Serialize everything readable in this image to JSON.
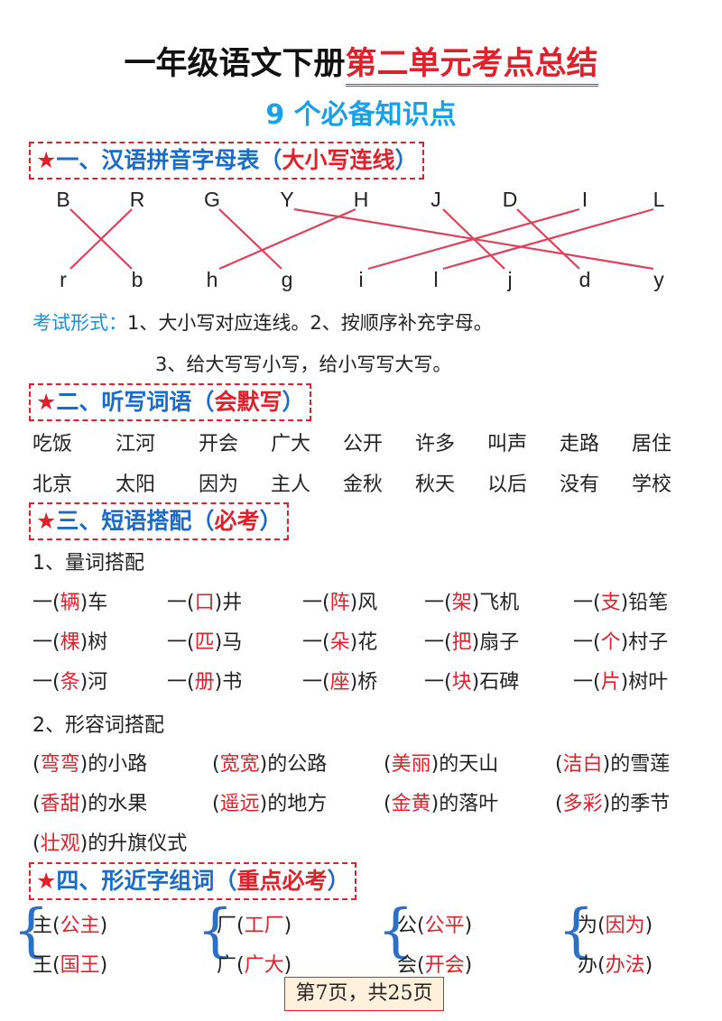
{
  "title": {
    "part1": "一年级语文下册",
    "part2": "第二单元考点总结"
  },
  "subtitle": "9 个必备知识点",
  "sections": {
    "s1": {
      "star": "★",
      "text": "一、汉语拼音字母表（",
      "highlight": "大小写连线",
      "close": "）"
    },
    "s2": {
      "star": "★",
      "text": "二、听写词语（",
      "highlight": "会默写",
      "close": "）"
    },
    "s3": {
      "star": "★",
      "text": "三、短语搭配（",
      "highlight": "必考",
      "close": "）"
    },
    "s4": {
      "star": "★",
      "text": "四、形近字组词（",
      "highlight": "重点必考",
      "close": "）"
    }
  },
  "letters": {
    "upper": [
      "B",
      "R",
      "G",
      "Y",
      "H",
      "J",
      "D",
      "I",
      "L"
    ],
    "lower": [
      "r",
      "b",
      "h",
      "g",
      "i",
      "l",
      "j",
      "d",
      "y"
    ]
  },
  "line_color": "#e0405a",
  "exam": {
    "label": "考试形式：",
    "line1": "1、大小写对应连线。2、按顺序补充字母。",
    "line2": "3、给大写写小写，给小写写大写。"
  },
  "words": {
    "row1": [
      "吃饭",
      "江河",
      "开会",
      "广大",
      "公开",
      "许多",
      "叫声",
      "走路",
      "居住"
    ],
    "row2": [
      "北京",
      "太阳",
      "因为",
      "主人",
      "金秋",
      "秋天",
      "以后",
      "没有",
      "学校"
    ]
  },
  "measure": {
    "heading": "1、量词搭配",
    "rows": [
      [
        {
          "pre": "一(",
          "ans": "辆",
          "post": ")车"
        },
        {
          "pre": "一(",
          "ans": "口",
          "post": ")井"
        },
        {
          "pre": "一(",
          "ans": "阵",
          "post": ")风"
        },
        {
          "pre": "一(",
          "ans": "架",
          "post": ")飞机"
        },
        {
          "pre": "一(",
          "ans": "支",
          "post": ")铅笔"
        }
      ],
      [
        {
          "pre": "一(",
          "ans": "棵",
          "post": ")树"
        },
        {
          "pre": "一(",
          "ans": "匹",
          "post": ")马"
        },
        {
          "pre": "一(",
          "ans": "朵",
          "post": ")花"
        },
        {
          "pre": "一(",
          "ans": "把",
          "post": ")扇子"
        },
        {
          "pre": "一(",
          "ans": "个",
          "post": ")村子"
        }
      ],
      [
        {
          "pre": "一(",
          "ans": "条",
          "post": ")河"
        },
        {
          "pre": "一(",
          "ans": "册",
          "post": ")书"
        },
        {
          "pre": "一(",
          "ans": "座",
          "post": ")桥"
        },
        {
          "pre": "一(",
          "ans": "块",
          "post": ")石碑"
        },
        {
          "pre": "一(",
          "ans": "片",
          "post": ")树叶"
        }
      ]
    ]
  },
  "adjective": {
    "heading": "2、形容词搭配",
    "rows": [
      [
        {
          "pre": "(",
          "ans": "弯弯",
          "post": ")的小路"
        },
        {
          "pre": "(",
          "ans": "宽宽",
          "post": ")的公路"
        },
        {
          "pre": "(",
          "ans": "美丽",
          "post": ")的天山"
        },
        {
          "pre": "(",
          "ans": "洁白",
          "post": ")的雪莲"
        }
      ],
      [
        {
          "pre": "(",
          "ans": "香甜",
          "post": ")的水果"
        },
        {
          "pre": "(",
          "ans": "遥远",
          "post": ")的地方"
        },
        {
          "pre": "(",
          "ans": "金黄",
          "post": ")的落叶"
        },
        {
          "pre": "(",
          "ans": "多彩",
          "post": ")的季节"
        }
      ],
      [
        {
          "pre": "(",
          "ans": "壮观",
          "post": ")的升旗仪式"
        }
      ]
    ]
  },
  "similar": {
    "groups": [
      [
        {
          "pre": "主(",
          "ans": "公主",
          "post": ")"
        },
        {
          "pre": "王(",
          "ans": "国王",
          "post": ")"
        }
      ],
      [
        {
          "pre": "厂(",
          "ans": "工厂",
          "post": ")"
        },
        {
          "pre": "广(",
          "ans": "广大",
          "post": ")"
        }
      ],
      [
        {
          "pre": "公(",
          "ans": "公平",
          "post": ")"
        },
        {
          "pre": "会(",
          "ans": "开会",
          "post": ")"
        }
      ],
      [
        {
          "pre": "为(",
          "ans": "因为",
          "post": ")"
        },
        {
          "pre": "办(",
          "ans": "办法",
          "post": ")"
        }
      ]
    ]
  },
  "footer": "第7页，共25页"
}
